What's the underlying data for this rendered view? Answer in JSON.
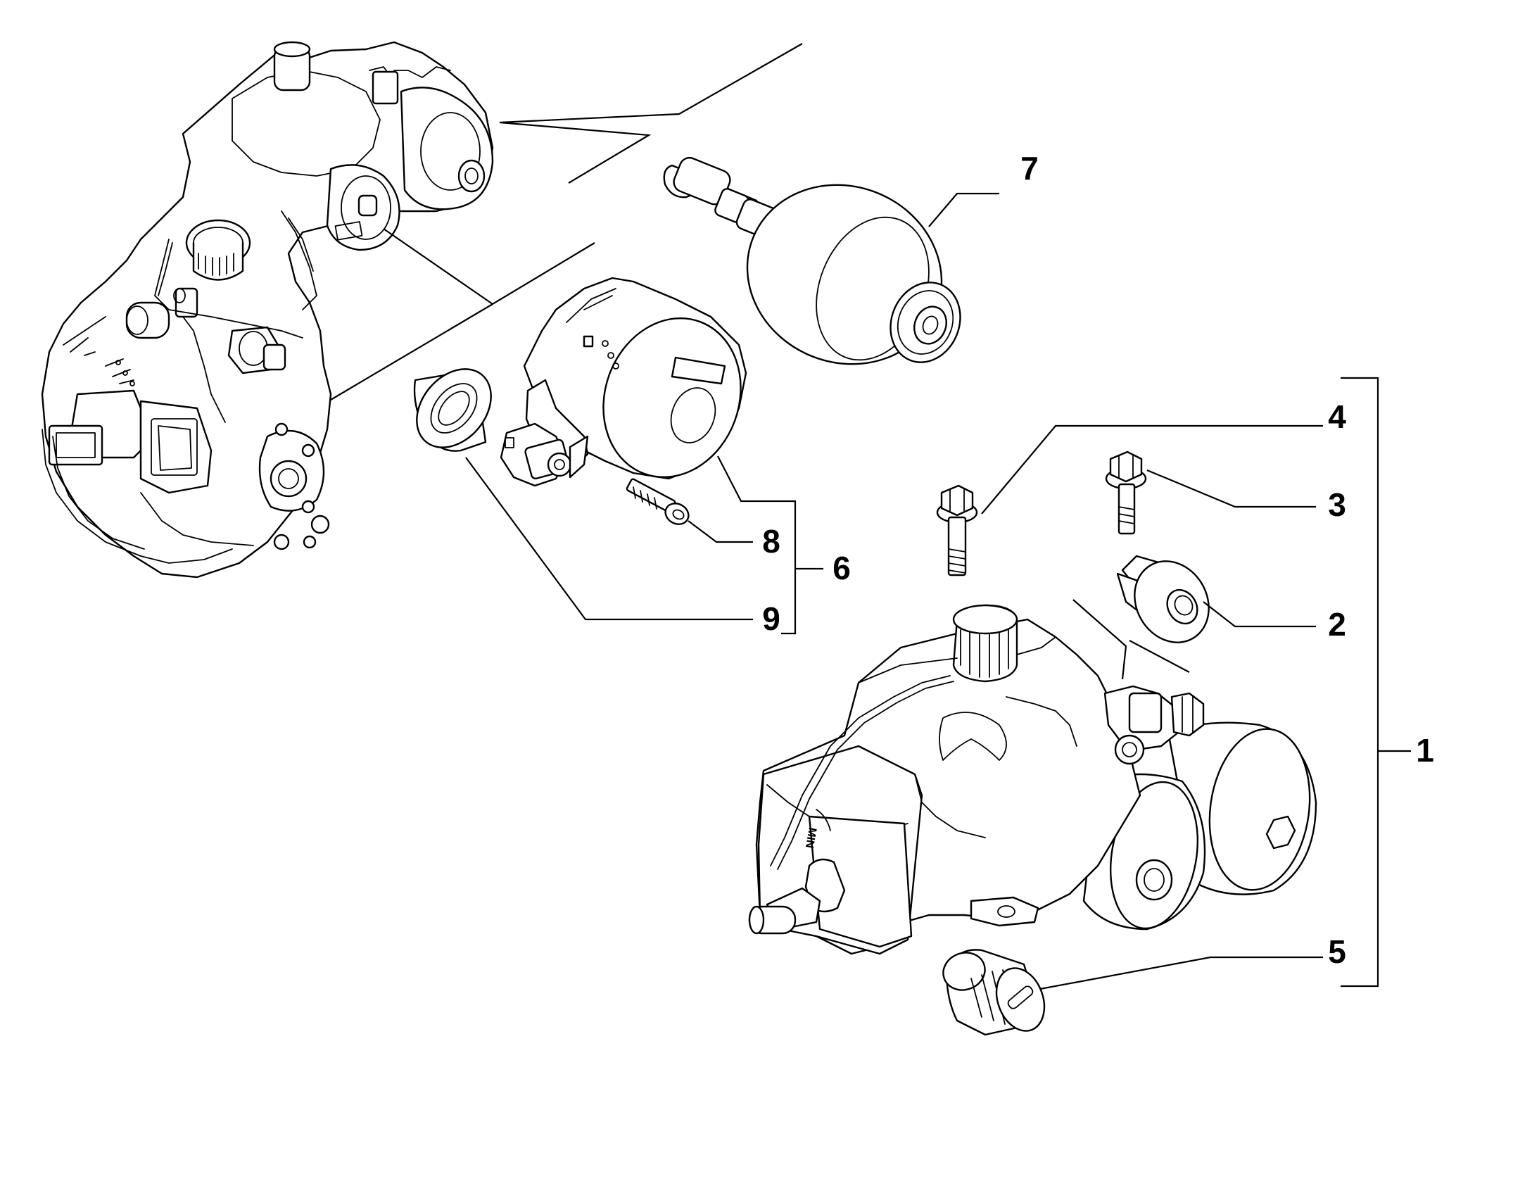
{
  "callouts": {
    "c1": "1",
    "c2": "2",
    "c3": "3",
    "c4": "4",
    "c5": "5",
    "c6": "6",
    "c7": "7",
    "c8": "8",
    "c9": "9"
  },
  "reservoir_marking": "MIN"
}
